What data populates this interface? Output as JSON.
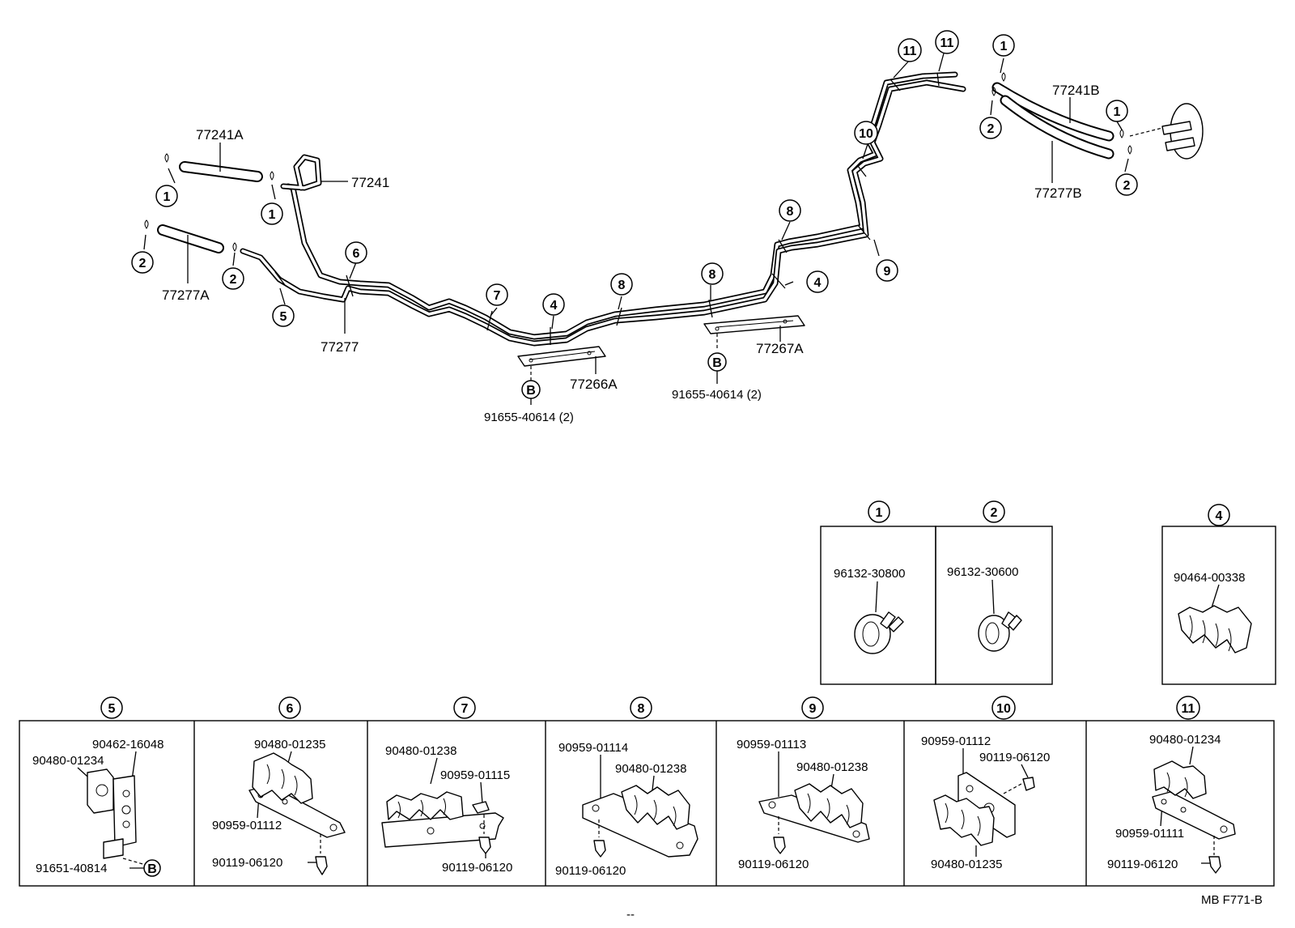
{
  "part_labels": {
    "p77241A": "77241A",
    "p77241": "77241",
    "p77277A": "77277A",
    "p77277": "77277",
    "p77266A": "77266A",
    "p77267A": "77267A",
    "p77241B": "77241B",
    "p77277B": "77277B",
    "bolt_left": "91655-40614 (2)",
    "bolt_right": "91655-40614 (2)"
  },
  "callouts": {
    "c1": "1",
    "c2": "2",
    "c4": "4",
    "c5": "5",
    "c6": "6",
    "c7": "7",
    "c8": "8",
    "c9": "9",
    "c10": "10",
    "c11": "11",
    "cB": "B"
  },
  "detail_boxes": {
    "d1": {
      "callout": "1",
      "parts": [
        "96132-30800"
      ]
    },
    "d2": {
      "callout": "2",
      "parts": [
        "96132-30600"
      ]
    },
    "d4": {
      "callout": "4",
      "parts": [
        "90464-00338"
      ]
    },
    "d5": {
      "callout": "5",
      "parts": [
        "90462-16048",
        "90480-01234",
        "91651-40814"
      ]
    },
    "d6": {
      "callout": "6",
      "parts": [
        "90480-01235",
        "90959-01112",
        "90119-06120"
      ]
    },
    "d7": {
      "callout": "7",
      "parts": [
        "90480-01238",
        "90959-01115",
        "90119-06120"
      ]
    },
    "d8": {
      "callout": "8",
      "parts": [
        "90959-01114",
        "90480-01238",
        "90119-06120"
      ]
    },
    "d9": {
      "callout": "9",
      "parts": [
        "90959-01113",
        "90480-01238",
        "90119-06120"
      ]
    },
    "d10": {
      "callout": "10",
      "parts": [
        "90959-01112",
        "90119-06120",
        "90480-01235"
      ]
    },
    "d11": {
      "callout": "11",
      "parts": [
        "90480-01234",
        "90959-01111",
        "90119-06120"
      ]
    }
  },
  "footer": {
    "code": "MB  F771-B",
    "mark": "--"
  }
}
